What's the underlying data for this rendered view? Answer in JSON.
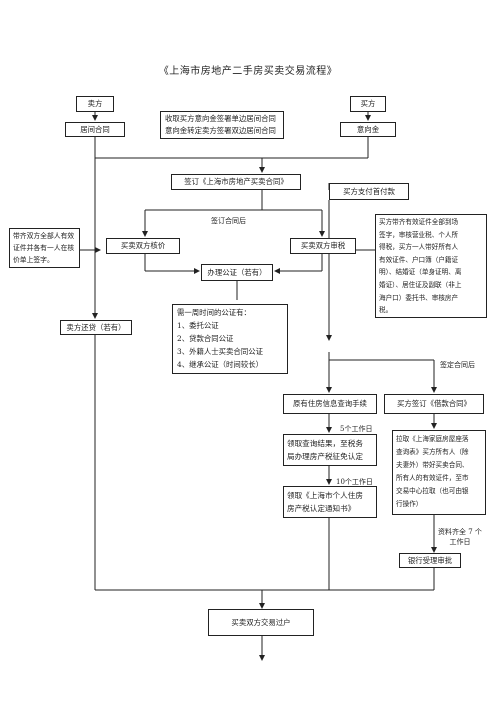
{
  "title": "《上海市房地产二手房买卖交易流程》",
  "seller": "卖方",
  "buyer": "买方",
  "intermediary_contract": "居间合同",
  "deposit": "意向金",
  "deposit_notes": [
    "收取买方意向金签署单边居间合同",
    "意向金转定卖方签署双边居间合同"
  ],
  "sign_contract": "签订《上海市房地产买卖合同》",
  "first_payment": "买方支付首付款",
  "after_signing_label": "签订合同后",
  "both_parties_note": [
    "带齐双方全部人有效",
    "证件并各有一人在核",
    "价单上签字。"
  ],
  "price_check": "买卖双方核价",
  "tax_review": "买卖双方审税",
  "buyer_documents_note": [
    "买方带齐有效证件全部到场",
    "签字，审核营业税、个人所",
    "得税，买方一人带好所有人",
    "有效证件、户口簿（户籍证",
    "明）、结婚证（单身证明、离",
    "婚证）、居住证及副联（非上",
    "海户口）委托书、审核房产",
    "税。"
  ],
  "notary": "办理公证（若有）",
  "repay_loan": "卖方还贷（若有）",
  "notary_types": [
    "需一周时间的公证有：",
    "1、委托公证",
    "2、贷款合同公证",
    "3、外籍人士买卖合同公证",
    "4、继承公证（时间较长）"
  ],
  "after_loan_contract_label": "签定合同后",
  "housing_query": "原有住房信息查询手续",
  "loan_contract": "买方签订《借款合同》",
  "five_days": "5个工作日",
  "query_result": [
    "领取查询结果，至税务",
    "局办理房产税征免认定"
  ],
  "ten_days": "10个工作日",
  "tax_certificate": [
    "领取《上海市个人住房",
    "房产税认定通知书》"
  ],
  "pickup_note": [
    "拉取《上海家庭房屋座落",
    "查询表》买方所有人（除",
    "夫妻外）带好买卖合同、",
    "所有人的有效证件，至市",
    "交易中心拉取（也可由银",
    "行操作）"
  ],
  "seven_days": [
    "资料齐全 7 个",
    "工作日"
  ],
  "bank_approval": "银行受理审批",
  "transfer": "买卖双方交易过户"
}
